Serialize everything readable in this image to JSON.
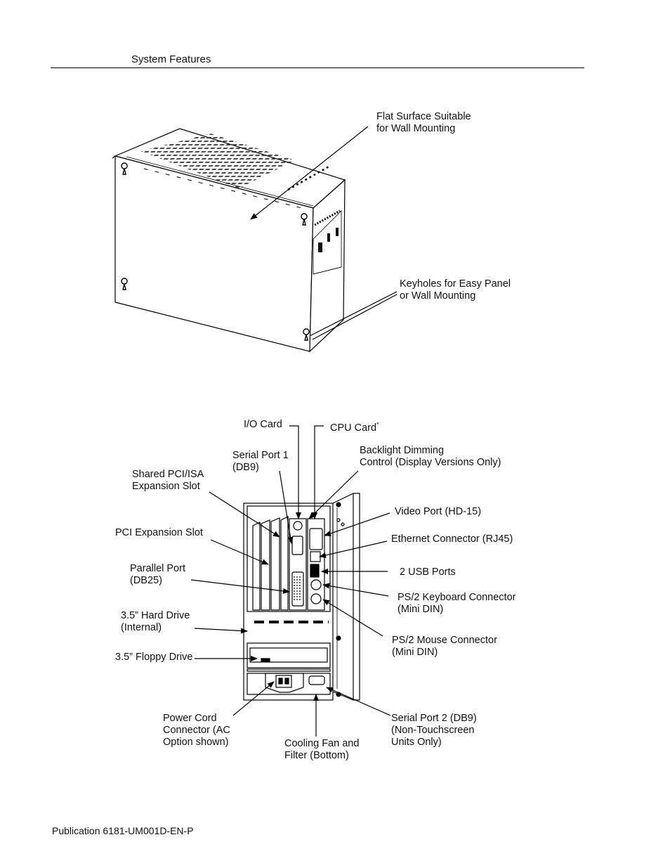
{
  "header": {
    "section": "System Features"
  },
  "figure1": {
    "labels": {
      "flat_surface": "Flat Surface Suitable\nfor Wall Mounting",
      "keyholes": "Keyholes for Easy Panel\nor Wall Mounting"
    }
  },
  "figure2": {
    "labels": {
      "io_card": "I/O Card",
      "cpu_card": "CPU Card",
      "cpu_mark": "*",
      "serial_port_1": "Serial Port 1\n(DB9)",
      "backlight": "Backlight Dimming\nControl (Display Versions Only)",
      "shared_slot": "Shared PCI/ISA\nExpansion Slot",
      "video_port": "Video Port (HD-15)",
      "pci_slot": "PCI Expansion Slot",
      "ethernet": "Ethernet Connector (RJ45)",
      "usb": "2 USB Ports",
      "parallel": "Parallel Port\n(DB25)",
      "keyboard": "PS/2 Keyboard Connector\n(Mini DIN)",
      "hard_drive": "3.5” Hard Drive\n(Internal)",
      "mouse": "PS/2 Mouse Connector\n(Mini DIN)",
      "floppy": "3.5” Floppy Drive",
      "power_cord": "Power Cord\nConnector (AC\nOption shown)",
      "cooling": "Cooling Fan and\nFilter (Bottom)",
      "serial_port_2": "Serial Port 2 (DB9)\n(Non-Touchscreen\nUnits Only)"
    }
  },
  "footer": {
    "publication": "Publication 6181-UM001D-EN-P"
  }
}
